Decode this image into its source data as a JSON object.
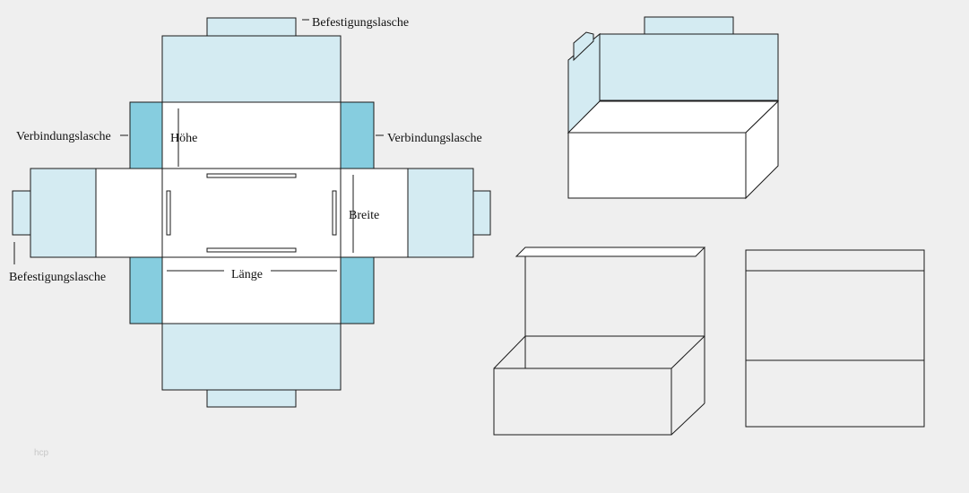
{
  "colors": {
    "background": "#efefef",
    "light_panel": "#d4ebf2",
    "dark_panel": "#86cddf",
    "outline": "#1a1a1a"
  },
  "labels": {
    "befestigungslasche_top": "Befestigungslasche",
    "befestigungslasche_left": "Befestigungslasche",
    "verbindungslasche_left": "Verbindungslasche",
    "verbindungslasche_right": "Verbindungslasche",
    "hoehe": "Höhe",
    "breite": "Breite",
    "laenge": "Länge"
  },
  "watermark": "hcp"
}
